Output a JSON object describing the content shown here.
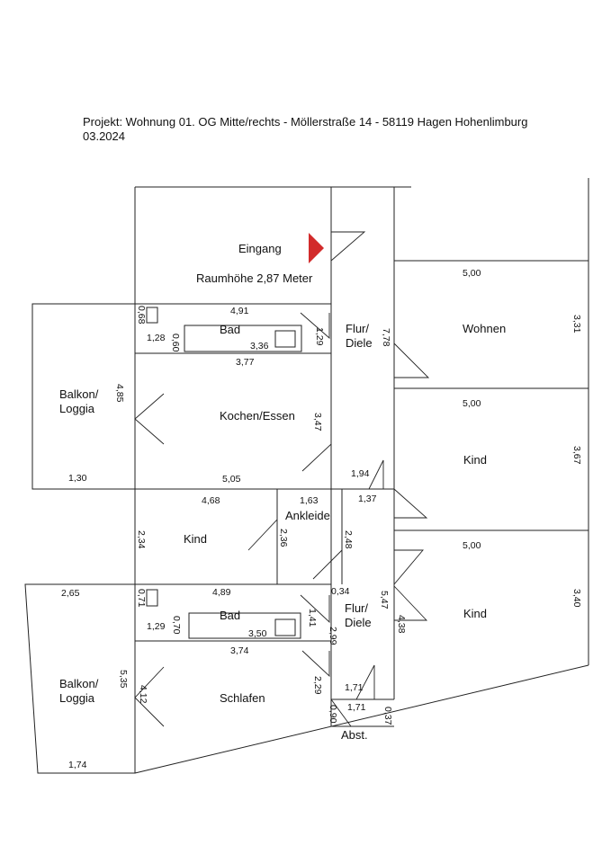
{
  "header": {
    "project": "Projekt: Wohnung 01. OG Mitte/rechts - Möllerstraße 14 - 58119 Hagen Hohenlimburg",
    "date": "03.2024"
  },
  "colors": {
    "accent": "#d22b2b",
    "line": "#222222"
  },
  "floorplan": {
    "eingang": "Eingang",
    "raumhoehe": "Raumhöhe 2,87 Meter",
    "rooms": {
      "flur_top_1": "Flur/",
      "flur_top_2": "Diele",
      "wohnen": "Wohnen",
      "bad_top": "Bad",
      "balkon_top_1": "Balkon/",
      "balkon_top_2": "Loggia",
      "kochen": "Kochen/Essen",
      "kind_right_top": "Kind",
      "kind_mid": "Kind",
      "ankleide": "Ankleide",
      "kind_right_bottom": "Kind",
      "bad_bottom": "Bad",
      "flur_bot_1": "Flur/",
      "flur_bot_2": "Diele",
      "balkon_bot_1": "Balkon/",
      "balkon_bot_2": "Loggia",
      "schlafen": "Schlafen",
      "abst": "Abst."
    },
    "dims": {
      "d_5_00_a": "5,00",
      "d_3_31": "3,31",
      "d_4_91": "4,91",
      "d_0_68": "0,68",
      "d_1_29_a": "1,29",
      "d_7_78": "7,78",
      "d_1_28": "1,28",
      "d_0_60": "0,60",
      "d_3_36": "3,36",
      "d_3_77": "3,77",
      "d_5_00_b": "5,00",
      "d_4_85": "4,85",
      "d_3_47": "3,47",
      "d_3_67": "3,67",
      "d_1_30": "1,30",
      "d_5_05": "5,05",
      "d_1_94": "1,94",
      "d_4_68": "4,68",
      "d_1_63": "1,63",
      "d_1_37": "1,37",
      "d_2_34": "2,34",
      "d_2_36": "2,36",
      "d_2_48": "2,48",
      "d_5_00_c": "5,00",
      "d_2_65": "2,65",
      "d_0_71": "0,71",
      "d_4_89": "4,89",
      "d_0_34": "0,34",
      "d_5_47": "5,47",
      "d_3_40": "3,40",
      "d_1_41": "1,41",
      "d_1_29_b": "1,29",
      "d_0_70": "0,70",
      "d_3_50": "3,50",
      "d_4_38": "4,38",
      "d_2_99": "2,99",
      "d_3_74": "3,74",
      "d_5_35": "5,35",
      "d_4_12": "4,12",
      "d_2_29": "2,29",
      "d_1_71_a": "1,71",
      "d_1_71_b": "1,71",
      "d_0_90": "0,90",
      "d_0_37": "0,37",
      "d_1_74": "1,74"
    }
  }
}
